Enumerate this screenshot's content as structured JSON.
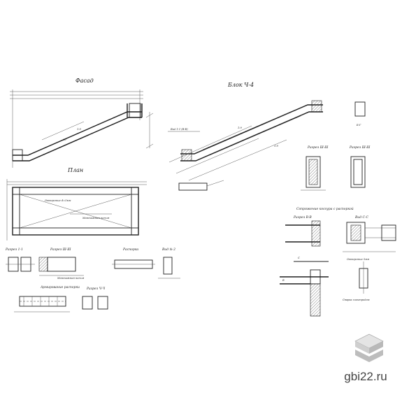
{
  "drawing": {
    "facade_title": "Фасад",
    "plan_title": "План",
    "block_title": "Блок Ч-4",
    "bg_label": "Б-Г",
    "section_11": "Разрез 1-1",
    "section_3_3": "Разрез Ш-Ш",
    "spacer_title": "Распорка",
    "view_2_2": "Вид № 2",
    "rebar_title": "Армирование распорки",
    "section_4_4": "Разрез Ч-Ч",
    "section_2_2": "Разрез Ш-Ш",
    "junction_title": "Сопряжение косоура с распоркой",
    "section_b_b": "Разрез В-В",
    "view_c_c": "Вид С-С",
    "mark_c": "С",
    "mark_b": "В",
    "note_opening": "Отверстие d=5мм",
    "note_weld": "Сварка электродом"
  },
  "watermark": {
    "site": "gbi22.ru",
    "logo_icon": "stacked-slabs-icon",
    "logo_color": "#b9b9b9"
  }
}
